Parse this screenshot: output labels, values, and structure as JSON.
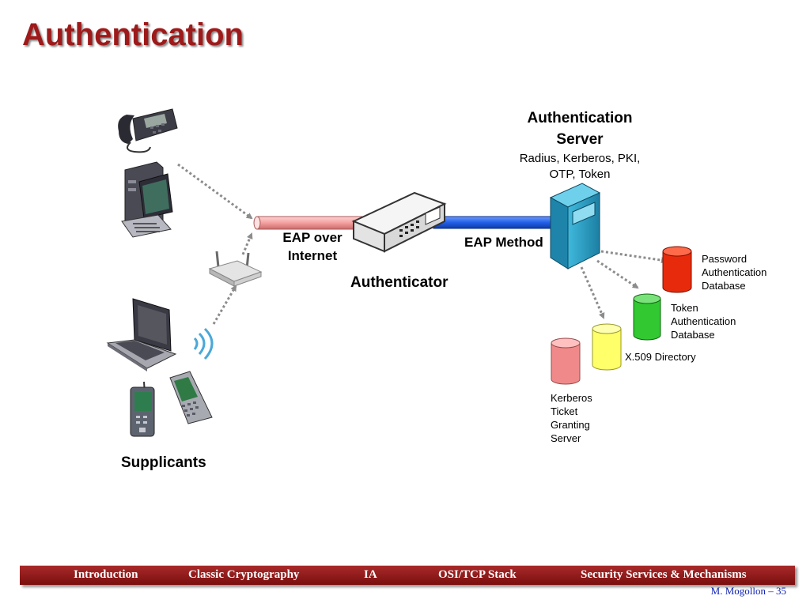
{
  "slide": {
    "title": "Authentication"
  },
  "diagram": {
    "server_title_line1": "Authentication",
    "server_title_line2": "Server",
    "server_protocols_line1": "Radius, Kerberos, PKI,",
    "server_protocols_line2": "OTP, Token",
    "eap_over_line1": "EAP over",
    "eap_over_line2": "Internet",
    "eap_method": "EAP Method",
    "authenticator": "Authenticator",
    "supplicants": "Supplicants",
    "databases": [
      {
        "lines": [
          "Password",
          "Authentication",
          "Database"
        ],
        "color": "#e82a0c"
      },
      {
        "lines": [
          "Token",
          "Authentication",
          "Database"
        ],
        "color": "#32c832"
      },
      {
        "lines": [
          "X.509 Directory"
        ],
        "color": "#ffff6a"
      },
      {
        "lines": [
          "Kerberos",
          "Ticket",
          "Granting",
          "Server"
        ],
        "color": "#f08a8a"
      }
    ],
    "icons": [
      "ip-phone-icon",
      "desktop-computer-icon",
      "wireless-router-icon",
      "laptop-icon",
      "wireless-signal-icon",
      "pda-icon",
      "smartphone-icon",
      "network-switch-icon",
      "server-tower-icon",
      "database-cylinder-icon"
    ],
    "colors": {
      "pipe_left": "#f4a5a5",
      "pipe_right": "#2260e8",
      "server": "#2aa7c9",
      "arrow": "#8c8c8c"
    }
  },
  "nav": {
    "items": [
      "Introduction",
      "Classic Cryptography",
      "IA",
      "OSI/TCP Stack",
      "Security Services & Mechanisms"
    ],
    "bar_color": "#8e1a1a"
  },
  "footer": {
    "author_page": "M. Mogollon – 35"
  }
}
